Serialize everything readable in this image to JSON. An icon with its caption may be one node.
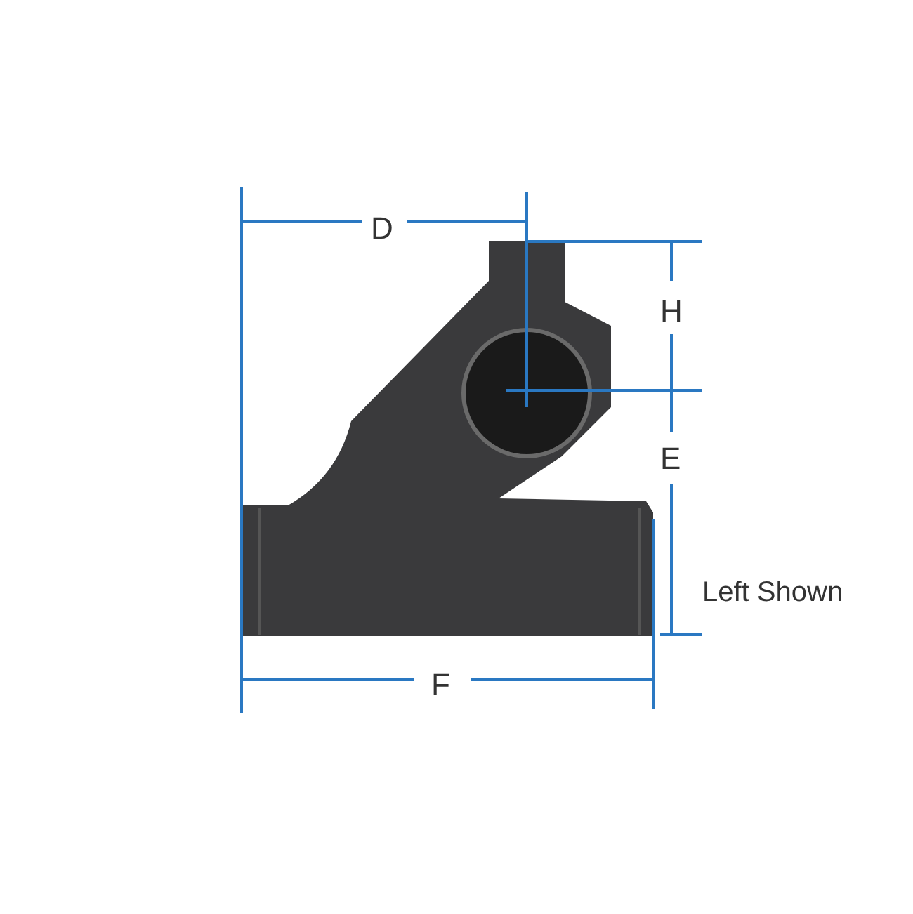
{
  "diagram": {
    "labels": [
      "D",
      "H",
      "E",
      "F",
      "Left Shown"
    ]
  }
}
